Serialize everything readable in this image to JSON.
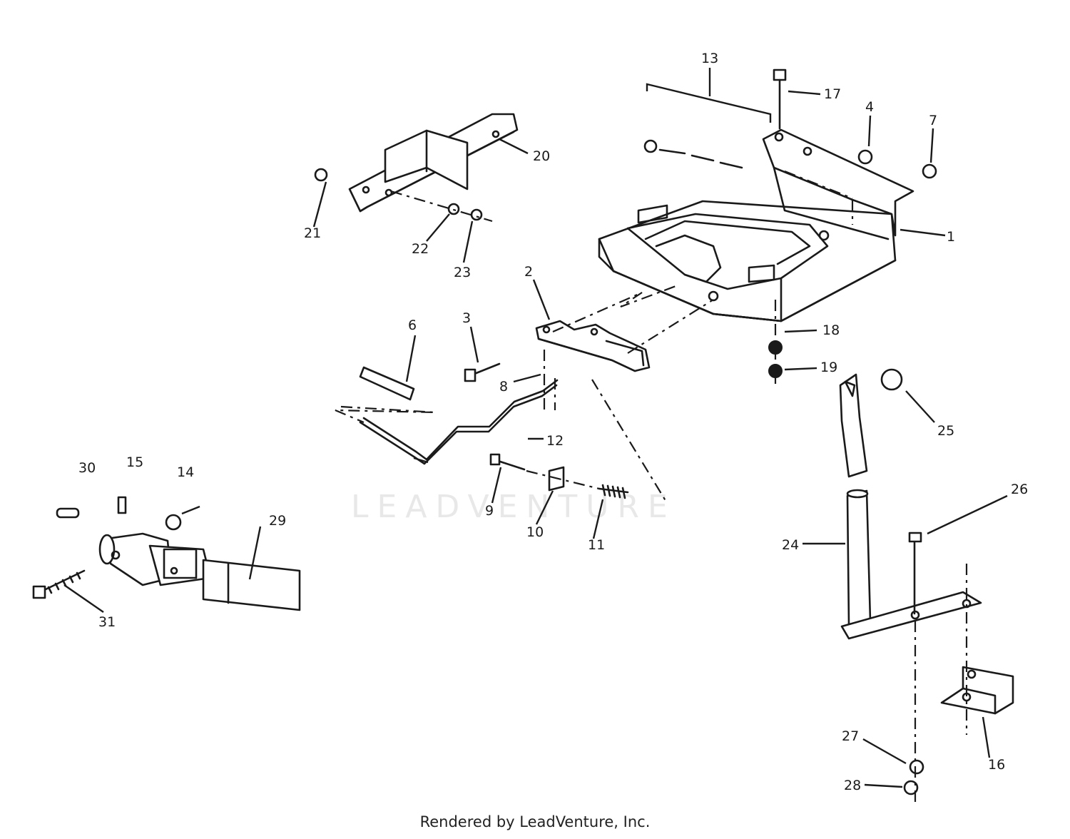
{
  "watermark": "LEADVENTURE",
  "footer": "Rendered by LeadVenture, Inc.",
  "callouts": {
    "c1": "1",
    "c2": "2",
    "c3": "3",
    "c4": "4",
    "c6": "6",
    "c7": "7",
    "c8": "8",
    "c9": "9",
    "c10": "10",
    "c11": "11",
    "c12": "12",
    "c13": "13",
    "c14": "14",
    "c15": "15",
    "c16": "16",
    "c17": "17",
    "c18": "18",
    "c19": "19",
    "c20": "20",
    "c21": "21",
    "c22": "22",
    "c23": "23",
    "c24": "24",
    "c25": "25",
    "c26": "26",
    "c27": "27",
    "c28": "28",
    "c29": "29",
    "c30": "30",
    "c31": "31"
  }
}
